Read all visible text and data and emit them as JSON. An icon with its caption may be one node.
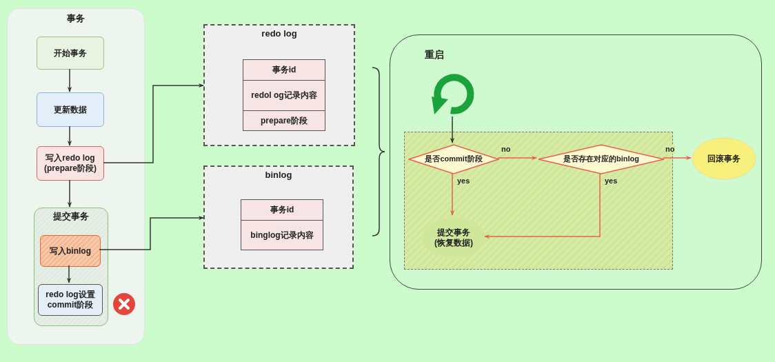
{
  "diagram": {
    "nodes": [
      {
        "text": [
          "事务"
        ]
      },
      {
        "text": [
          "开始事务"
        ],
        "in": 0
      },
      {
        "text": [
          "更新数据"
        ],
        "in": 0
      },
      {
        "text": [
          "写入redo log (prepare阶段)"
        ],
        "in": 0
      },
      {
        "text": [
          "提交事务"
        ],
        "in": 0
      },
      {
        "text": [
          "写入binlog"
        ],
        "in": 4
      },
      {
        "text": [
          "redo log设置 commit阶段"
        ],
        "in": 4
      },
      {
        "text": [
          "redo log"
        ]
      },
      {
        "text": [
          "事务id"
        ],
        "in": 7
      },
      {
        "text": [
          "redol og记录内容"
        ],
        "in": 7
      },
      {
        "text": [
          "prepare阶段"
        ],
        "in": 7
      },
      {
        "text": [
          "binlog"
        ]
      },
      {
        "text": [
          "事务id"
        ],
        "in": 11
      },
      {
        "text": [
          "binglog记录内容"
        ],
        "in": 11
      },
      {
        "text": [
          "重启"
        ]
      },
      {
        "text": [],
        "shape": "picture",
        "in": 14
      },
      {
        "text": [],
        "shape": "box",
        "in": 14
      },
      {
        "text": [
          "是否commit阶段"
        ],
        "in": 16
      },
      {
        "text": [
          "是否存在对应的binlog"
        ],
        "in": 16
      },
      {
        "text": [
          "回滚事务"
        ],
        "in": 14
      },
      {
        "text": [
          "提交事务 (恢复数据)"
        ],
        "in": 16
      }
    ],
    "edges": [
      {
        "from": 1,
        "to": 2,
        "arrow": "to"
      },
      {
        "from": 2,
        "to": 3,
        "arrow": "to"
      },
      {
        "from": 3,
        "to": 4,
        "arrow": "to"
      },
      {
        "from": 5,
        "to": 6,
        "arrow": "to"
      },
      {
        "from": 3,
        "to": 7,
        "arrow": "to"
      },
      {
        "from": 5,
        "to": 11,
        "arrow": "to"
      },
      {
        "from": 15,
        "to": 17,
        "arrow": "to"
      },
      {
        "from": 17,
        "to": 18,
        "arrow": "to",
        "label": "no",
        "color": "#e8604c"
      },
      {
        "from": 18,
        "to": 19,
        "arrow": "to",
        "label": "no",
        "color": "#e8604c"
      },
      {
        "from": 17,
        "to": 20,
        "arrow": "to",
        "label": "yes",
        "color": "#e8604c"
      },
      {
        "from": 18,
        "to": 20,
        "arrow": "to",
        "label": "yes",
        "color": "#e8604c"
      }
    ]
  }
}
